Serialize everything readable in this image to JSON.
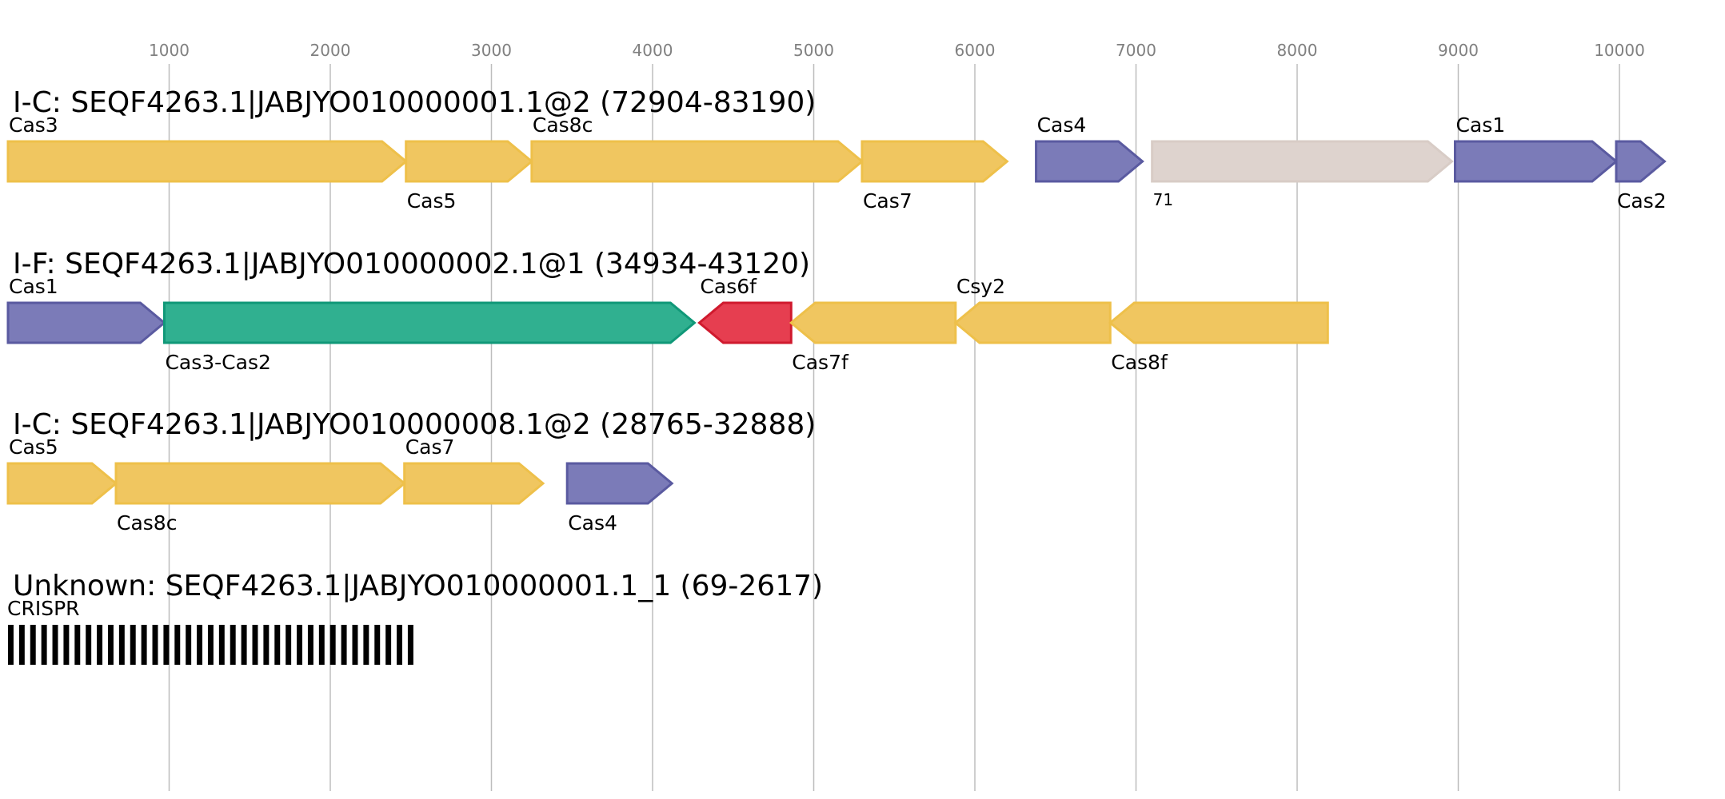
{
  "axis": {
    "ticks": [
      1000,
      2000,
      3000,
      4000,
      5000,
      6000,
      7000,
      8000,
      9000,
      10000
    ]
  },
  "colors": {
    "yellow": "#F0C660",
    "yellow_stroke": "#EEC04A",
    "purple": "#7B7BB8",
    "purple_stroke": "#5A5AA0",
    "green": "#30B090",
    "green_stroke": "#109878",
    "red": "#E63E50",
    "red_stroke": "#D01A2E",
    "beige": "#DED3CE",
    "beige_stroke": "#D8CCC6",
    "grid": "#BDBDBD",
    "crispr": "#000000"
  },
  "loci": [
    {
      "title": "I-C: SEQF4263.1|JABJYO010000001.1@2 (72904-83190)",
      "genes": [
        {
          "start": 0,
          "end": 2470,
          "strand": 1,
          "color": "yellow",
          "label": "Cas3",
          "label_pos": "above"
        },
        {
          "start": 2470,
          "end": 3250,
          "strand": 1,
          "color": "yellow",
          "label": "Cas5",
          "label_pos": "below"
        },
        {
          "start": 3250,
          "end": 5300,
          "strand": 1,
          "color": "yellow",
          "label": "Cas8c",
          "label_pos": "above"
        },
        {
          "start": 5300,
          "end": 6200,
          "strand": 1,
          "color": "yellow",
          "label": "Cas7",
          "label_pos": "below"
        },
        {
          "start": 6380,
          "end": 7040,
          "strand": 1,
          "color": "purple",
          "label": "Cas4",
          "label_pos": "above"
        },
        {
          "start": 7100,
          "end": 8960,
          "strand": 1,
          "color": "beige",
          "label": "71",
          "label_pos": "below",
          "label_size": "small"
        },
        {
          "start": 8980,
          "end": 9980,
          "strand": 1,
          "color": "purple",
          "label": "Cas1",
          "label_pos": "above"
        },
        {
          "start": 9980,
          "end": 10280,
          "strand": 1,
          "color": "purple",
          "label": "Cas2",
          "label_pos": "below"
        }
      ]
    },
    {
      "title": "I-F: SEQF4263.1|JABJYO010000002.1@1 (34934-43120)",
      "genes": [
        {
          "start": 0,
          "end": 970,
          "strand": 1,
          "color": "purple",
          "label": "Cas1",
          "label_pos": "above"
        },
        {
          "start": 970,
          "end": 4260,
          "strand": 1,
          "color": "green",
          "label": "Cas3-Cas2",
          "label_pos": "below"
        },
        {
          "start": 4290,
          "end": 4860,
          "strand": -1,
          "color": "red",
          "label": "Cas6f",
          "label_pos": "above"
        },
        {
          "start": 4860,
          "end": 5880,
          "strand": -1,
          "color": "yellow",
          "label": "Cas7f",
          "label_pos": "below"
        },
        {
          "start": 5880,
          "end": 6840,
          "strand": -1,
          "color": "yellow",
          "label": "Csy2",
          "label_pos": "above"
        },
        {
          "start": 6840,
          "end": 8190,
          "strand": -1,
          "color": "yellow",
          "label": "Cas8f",
          "label_pos": "below"
        }
      ]
    },
    {
      "title": "I-C: SEQF4263.1|JABJYO010000008.1@2 (28765-32888)",
      "genes": [
        {
          "start": 0,
          "end": 670,
          "strand": 1,
          "color": "yellow",
          "label": "Cas5",
          "label_pos": "above"
        },
        {
          "start": 670,
          "end": 2460,
          "strand": 1,
          "color": "yellow",
          "label": "Cas8c",
          "label_pos": "below"
        },
        {
          "start": 2460,
          "end": 3320,
          "strand": 1,
          "color": "yellow",
          "label": "Cas7",
          "label_pos": "above"
        },
        {
          "start": 3470,
          "end": 4120,
          "strand": 1,
          "color": "purple",
          "label": "Cas4",
          "label_pos": "below"
        }
      ]
    },
    {
      "title": "Unknown: SEQF4263.1|JABJYO010000001.1_1 (69-2617)",
      "crispr": {
        "start": 0,
        "end": 2550,
        "label": "CRISPR",
        "repeats": 37
      }
    }
  ]
}
